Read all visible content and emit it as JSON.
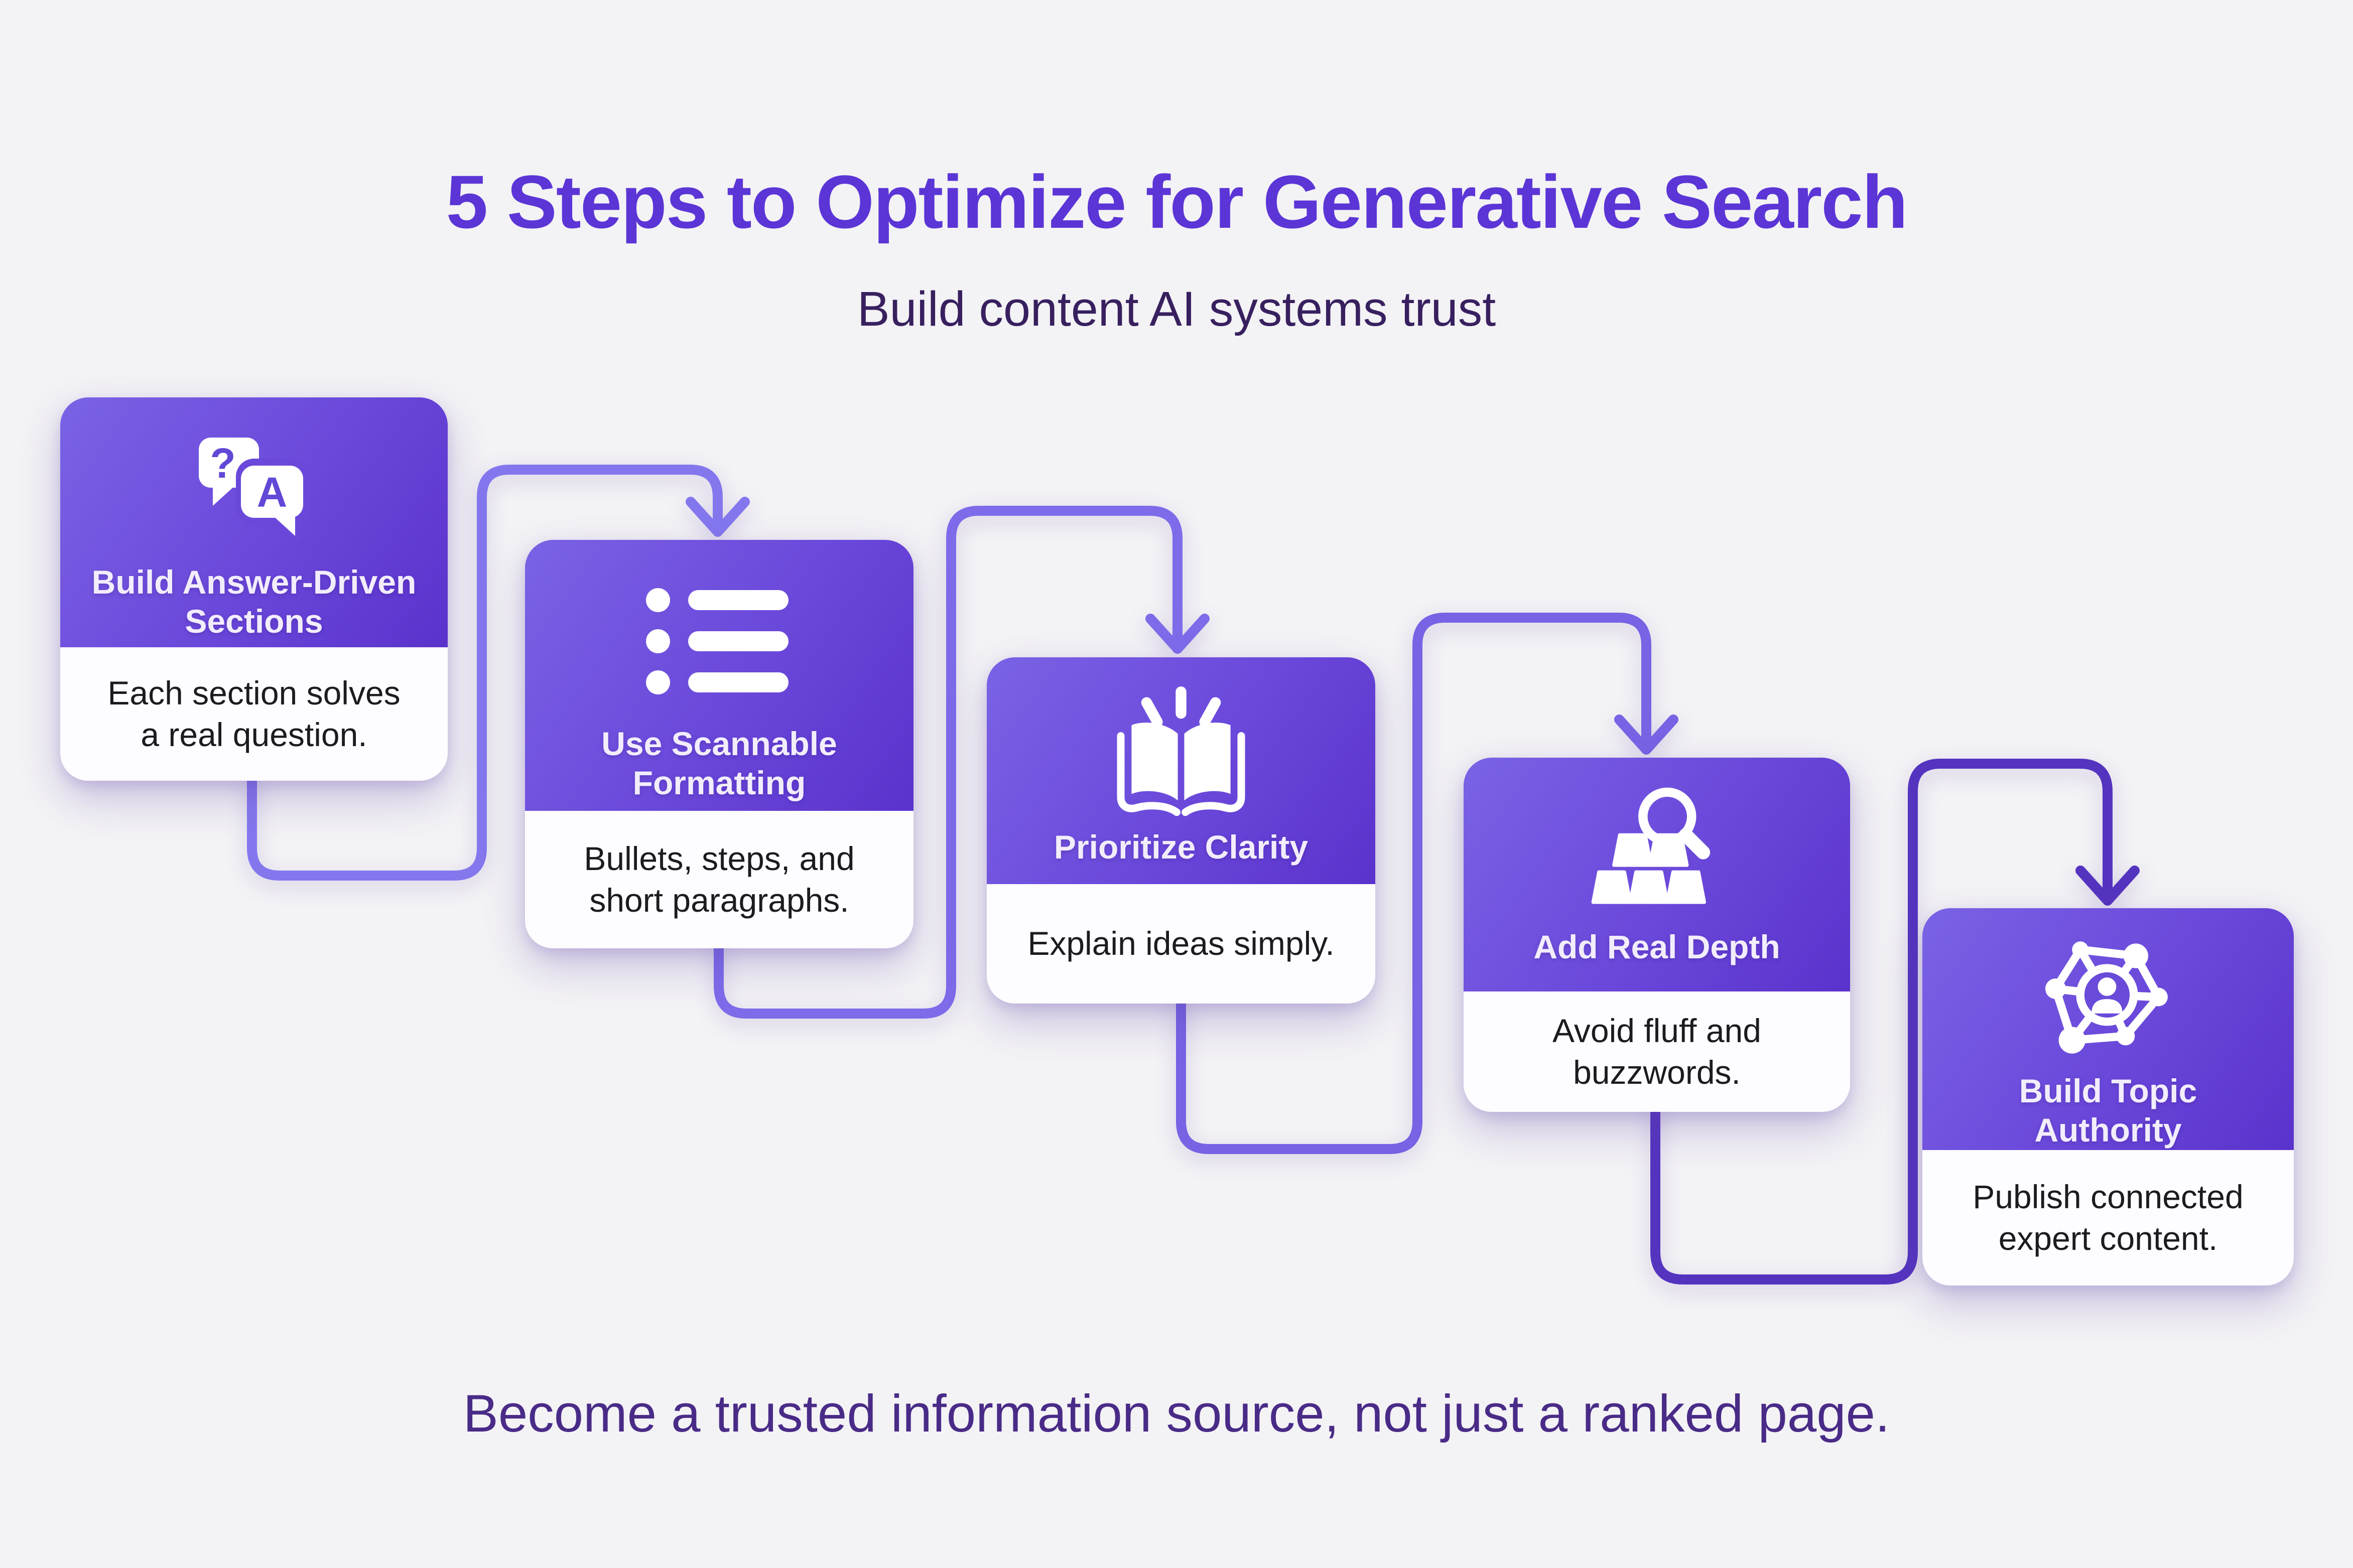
{
  "page": {
    "title": "5 Steps to Optimize for Generative Search",
    "subtitle": "Build content AI systems trust",
    "footer": "Become a trusted information source, not just a ranked page."
  },
  "colors": {
    "background": "#f3f2f5",
    "title_text": "#5b35d6",
    "subtitle_text": "#38205f",
    "footer_text": "#492b87",
    "card_gradient_start": "#7b62e5",
    "card_gradient_end": "#5a32cc",
    "card_title_text": "#f2edfc",
    "card_desc_text": "#1b1b20",
    "card_body_background": "#fdfcfe",
    "connector_1": "#8477ee",
    "connector_2": "#7d6bea",
    "connector_3": "#7763e4",
    "connector_4": "#5434bf"
  },
  "icon_glyphs": {
    "question": "?",
    "answer": "A"
  },
  "steps": [
    {
      "title": "Build Answer-Driven\nSections",
      "desc": "Each section solves\na real question.",
      "icon": "question-answer-bubbles"
    },
    {
      "title": "Use Scannable\nFormatting",
      "desc": "Bullets, steps, and\nshort paragraphs.",
      "icon": "bullet-list"
    },
    {
      "title": "Prioritize Clarity",
      "desc": "Explain ideas simply.",
      "icon": "open-book"
    },
    {
      "title": "Add Real Depth",
      "desc": "Avoid fluff and\nbuzzwords.",
      "icon": "magnifier-gold-bars"
    },
    {
      "title": "Build Topic\nAuthority",
      "desc": "Publish connected\nexpert content.",
      "icon": "topic-network"
    }
  ]
}
